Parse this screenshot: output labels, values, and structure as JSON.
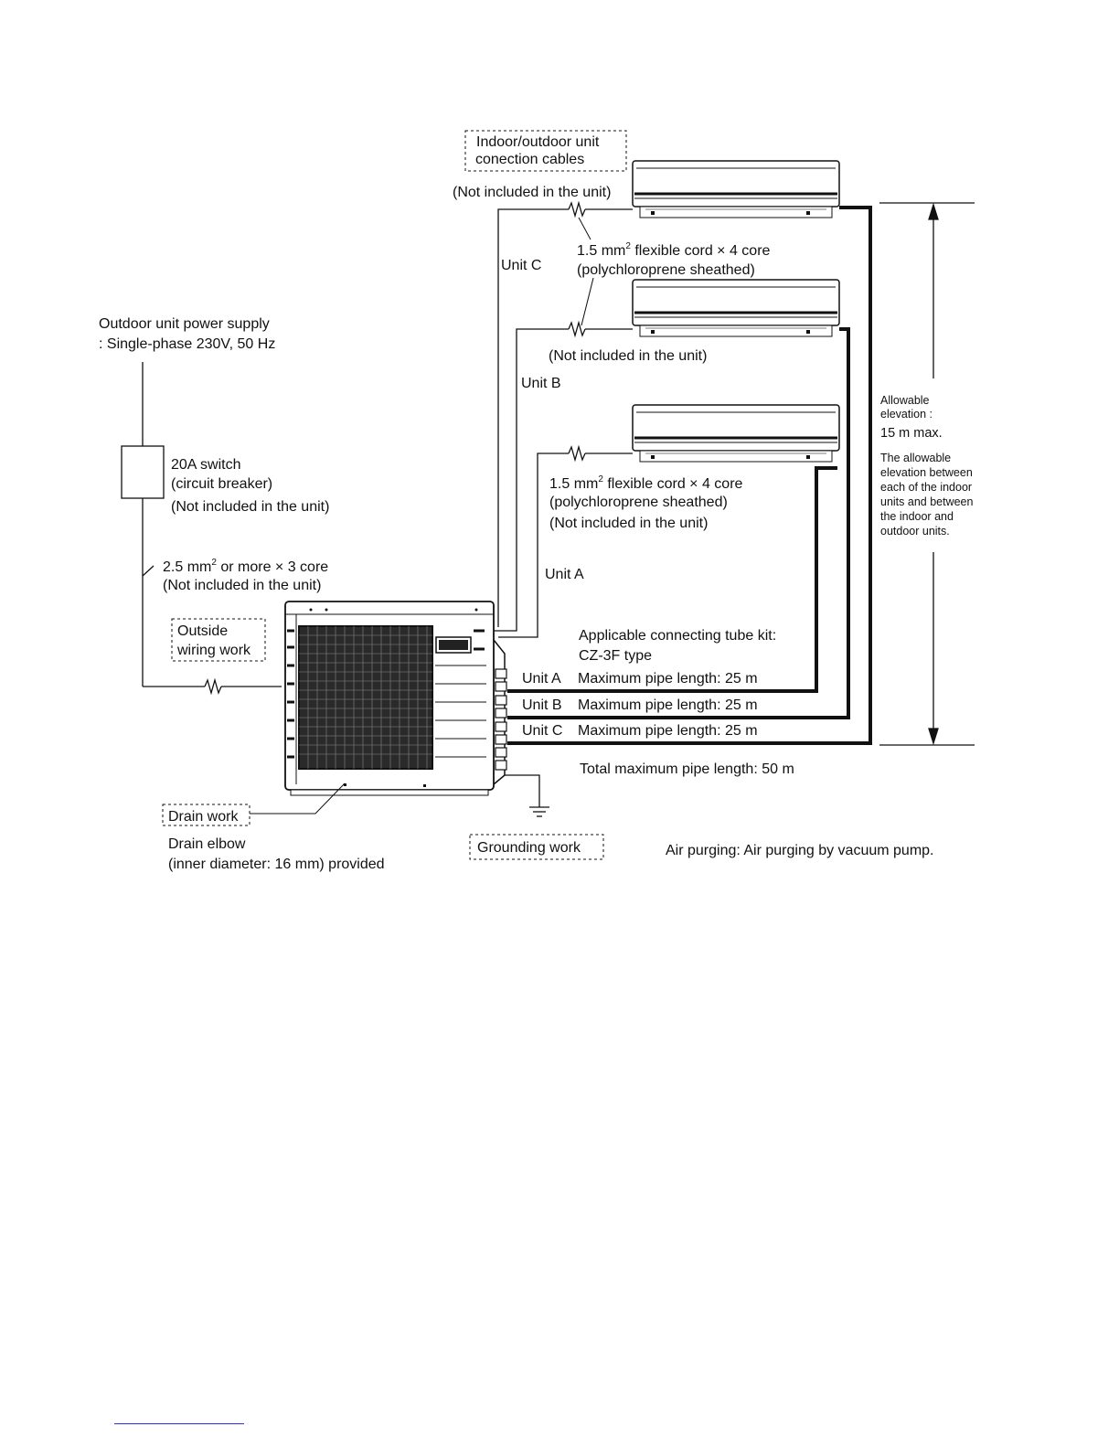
{
  "labels": {
    "connection_cables_line1": "Indoor/outdoor unit",
    "connection_cables_line2": "conection cables",
    "not_included": "(Not included in the unit)",
    "cord_c_line1": "1.5 mm",
    "cord_sup": "2",
    "cord_c_line1_rest": " flexible cord × 4 core",
    "cord_c_line2": "(polychloroprene sheathed)",
    "unit_a": "Unit A",
    "unit_b": "Unit B",
    "unit_c": "Unit C",
    "power_supply_line1": "Outdoor unit power supply",
    "power_supply_line2": ": Single-phase 230V, 50 Hz",
    "switch_line1": "20A switch",
    "switch_line2": "(circuit breaker)",
    "power_cable_line1": "2.5 mm",
    "power_cable_sup": "2",
    "power_cable_line1_rest": " or more × 3 core",
    "outside_wiring_line1": "Outside",
    "outside_wiring_line2": "wiring work",
    "tube_kit_line1": "Applicable connecting tube kit:",
    "tube_kit_line2": "CZ-3F type",
    "max_pipe_a": "Maximum pipe length: 25 m",
    "max_pipe_b": "Maximum pipe length: 25 m",
    "max_pipe_c": "Maximum pipe length: 25 m",
    "total_pipe": "Total maximum pipe length: 50 m",
    "drain_work": "Drain work",
    "drain_elbow_line1": "Drain elbow",
    "drain_elbow_line2": "(inner diameter: 16 mm) provided",
    "grounding_work": "Grounding work",
    "air_purging": "Air purging: Air purging by vacuum pump.",
    "elevation_line1": "Allowable",
    "elevation_line2": "elevation :",
    "elevation_line3": "15 m max.",
    "elevation_note_line1": "The allowable",
    "elevation_note_line2": "elevation between",
    "elevation_note_line3": "each of the indoor",
    "elevation_note_line4": "units and between",
    "elevation_note_line5": "the indoor and",
    "elevation_note_line6": "outdoor units."
  }
}
